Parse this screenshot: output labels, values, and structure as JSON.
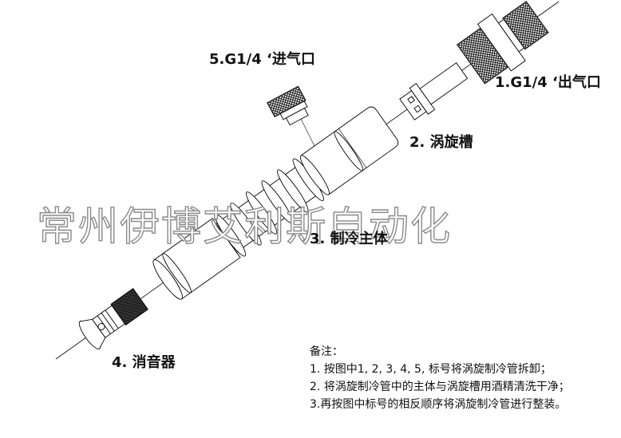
{
  "diagram": {
    "type": "exploded-assembly-view",
    "subject": "vortex tube (涡旋制冷管)",
    "axis_color": "#000000",
    "line_color": "#000000",
    "background": "#ffffff"
  },
  "parts": [
    {
      "id": 1,
      "label": "1. G1/4 ‘出气口",
      "display": "1.G1/4 ‘出气口",
      "meaning": "outlet port"
    },
    {
      "id": 2,
      "label": "2. 涡旋槽",
      "meaning": "vortex chamber / generator"
    },
    {
      "id": 3,
      "label": "3. 制冷主体",
      "meaning": "cooling main body"
    },
    {
      "id": 4,
      "label": "4. 消音器",
      "meaning": "muffler"
    },
    {
      "id": 5,
      "label": "5.G1/4 ‘进气口",
      "meaning": "inlet port"
    }
  ],
  "labels": {
    "outlet": "1.G1/4 ‘出气口",
    "vortex": "2. 涡旋槽",
    "body": "3. 制冷主体",
    "muffler": "4. 消音器",
    "inlet": "5.G1/4 ‘进气口"
  },
  "watermark": "常州伊博艾利斯自动化",
  "notes": {
    "title": "备注：",
    "lines": [
      "1. 按图中1, 2, 3, 4, 5, 标号将涡旋制冷管拆卸；",
      "2. 将涡旋制冷管中的主体与涡旋槽用酒精清洗干净；",
      "3.再按图中标号的相反顺序将涡旋制冷管进行整装。"
    ]
  }
}
